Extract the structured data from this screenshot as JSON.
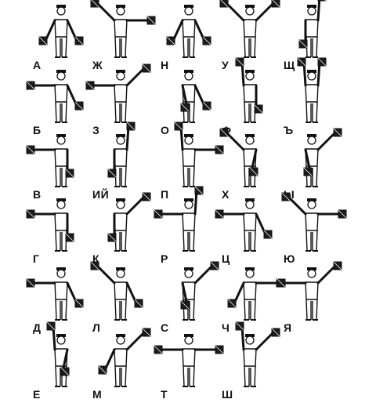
{
  "figures": [
    {
      "letter": "А",
      "left": "down-out",
      "right": "down-out"
    },
    {
      "letter": "Ж",
      "left": "up-diag",
      "right": "horizontal"
    },
    {
      "letter": "Н",
      "left": "down-out",
      "right": "down-out"
    },
    {
      "letter": "У",
      "left": "up-diag",
      "right": "up-diag"
    },
    {
      "letter": "Щ",
      "left": "down",
      "right": "up"
    },
    {
      "letter": "Б",
      "left": "horizontal",
      "right": "down-out"
    },
    {
      "letter": "З",
      "left": "horizontal",
      "right": "up-diag"
    },
    {
      "letter": "О",
      "left": "down-in",
      "right": "down-out"
    },
    {
      "letter": "Ф",
      "left": "up",
      "right": "down"
    },
    {
      "letter": "Ъ",
      "left": "up",
      "right": "up"
    },
    {
      "letter": "В",
      "left": "horizontal",
      "right": "down"
    },
    {
      "letter": "ИЙ",
      "left": "down",
      "right": "up"
    },
    {
      "letter": "П",
      "left": "up",
      "right": "horizontal"
    },
    {
      "letter": "Х",
      "left": "up-diag",
      "right": "down-in"
    },
    {
      "letter": "Ы",
      "left": "down-in",
      "right": "up-diag"
    },
    {
      "letter": "Г",
      "left": "horizontal",
      "right": "down"
    },
    {
      "letter": "К",
      "left": "down",
      "right": "up-diag"
    },
    {
      "letter": "Р",
      "left": "horizontal",
      "right": "up"
    },
    {
      "letter": "Ц",
      "left": "horizontal",
      "right": "down-out"
    },
    {
      "letter": "Ю",
      "left": "up-diag",
      "right": "horizontal"
    },
    {
      "letter": "Д",
      "left": "horizontal",
      "right": "down-out"
    },
    {
      "letter": "Л",
      "left": "up-diag",
      "right": "down-out"
    },
    {
      "letter": "С",
      "left": "down-in",
      "right": "up-diag"
    },
    {
      "letter": "Ч",
      "left": "down-out",
      "right": "horizontal"
    },
    {
      "letter": "Я",
      "left": "horizontal",
      "right": "up-diag"
    },
    {
      "letter": "Е",
      "left": "up",
      "right": "down-in"
    },
    {
      "letter": "М",
      "left": "down-out",
      "right": "up-diag"
    },
    {
      "letter": "Т",
      "left": "horizontal",
      "right": "horizontal"
    },
    {
      "letter": "Ш",
      "left": "up",
      "right": "up-diag"
    }
  ],
  "colors": {
    "ink": "#111111",
    "flag": "#1a1a1a",
    "paper": "#ffffff"
  }
}
